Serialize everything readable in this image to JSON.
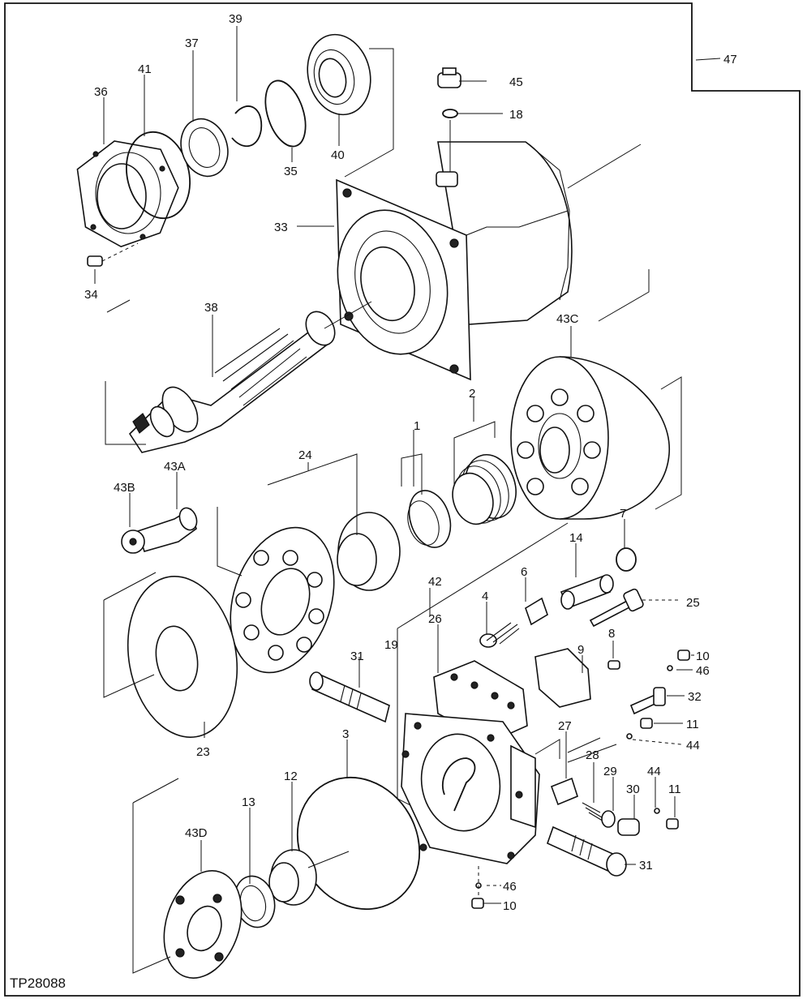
{
  "figure_id": "TP28088",
  "callouts": [
    {
      "id": "c1",
      "text": "1"
    },
    {
      "id": "c2",
      "text": "2"
    },
    {
      "id": "c3",
      "text": "3"
    },
    {
      "id": "c4",
      "text": "4"
    },
    {
      "id": "c6",
      "text": "6"
    },
    {
      "id": "c7",
      "text": "7"
    },
    {
      "id": "c8",
      "text": "8"
    },
    {
      "id": "c9",
      "text": "9"
    },
    {
      "id": "c10a",
      "text": "10"
    },
    {
      "id": "c10b",
      "text": "10"
    },
    {
      "id": "c11a",
      "text": "11"
    },
    {
      "id": "c11b",
      "text": "11"
    },
    {
      "id": "c12",
      "text": "12"
    },
    {
      "id": "c13",
      "text": "13"
    },
    {
      "id": "c14",
      "text": "14"
    },
    {
      "id": "c18",
      "text": "18"
    },
    {
      "id": "c19",
      "text": "19"
    },
    {
      "id": "c23",
      "text": "23"
    },
    {
      "id": "c24",
      "text": "24"
    },
    {
      "id": "c25",
      "text": "25"
    },
    {
      "id": "c26",
      "text": "26"
    },
    {
      "id": "c27",
      "text": "27"
    },
    {
      "id": "c28",
      "text": "28"
    },
    {
      "id": "c29",
      "text": "29"
    },
    {
      "id": "c30",
      "text": "30"
    },
    {
      "id": "c31a",
      "text": "31"
    },
    {
      "id": "c31b",
      "text": "31"
    },
    {
      "id": "c32",
      "text": "32"
    },
    {
      "id": "c33",
      "text": "33"
    },
    {
      "id": "c34",
      "text": "34"
    },
    {
      "id": "c35",
      "text": "35"
    },
    {
      "id": "c36",
      "text": "36"
    },
    {
      "id": "c37",
      "text": "37"
    },
    {
      "id": "c38",
      "text": "38"
    },
    {
      "id": "c39",
      "text": "39"
    },
    {
      "id": "c40",
      "text": "40"
    },
    {
      "id": "c41",
      "text": "41"
    },
    {
      "id": "c42",
      "text": "42"
    },
    {
      "id": "c43A",
      "text": "43A"
    },
    {
      "id": "c43B",
      "text": "43B"
    },
    {
      "id": "c43C",
      "text": "43C"
    },
    {
      "id": "c43D",
      "text": "43D"
    },
    {
      "id": "c44a",
      "text": "44"
    },
    {
      "id": "c44b",
      "text": "44"
    },
    {
      "id": "c45",
      "text": "45"
    },
    {
      "id": "c46a",
      "text": "46"
    },
    {
      "id": "c46b",
      "text": "46"
    },
    {
      "id": "c47",
      "text": "47"
    }
  ]
}
